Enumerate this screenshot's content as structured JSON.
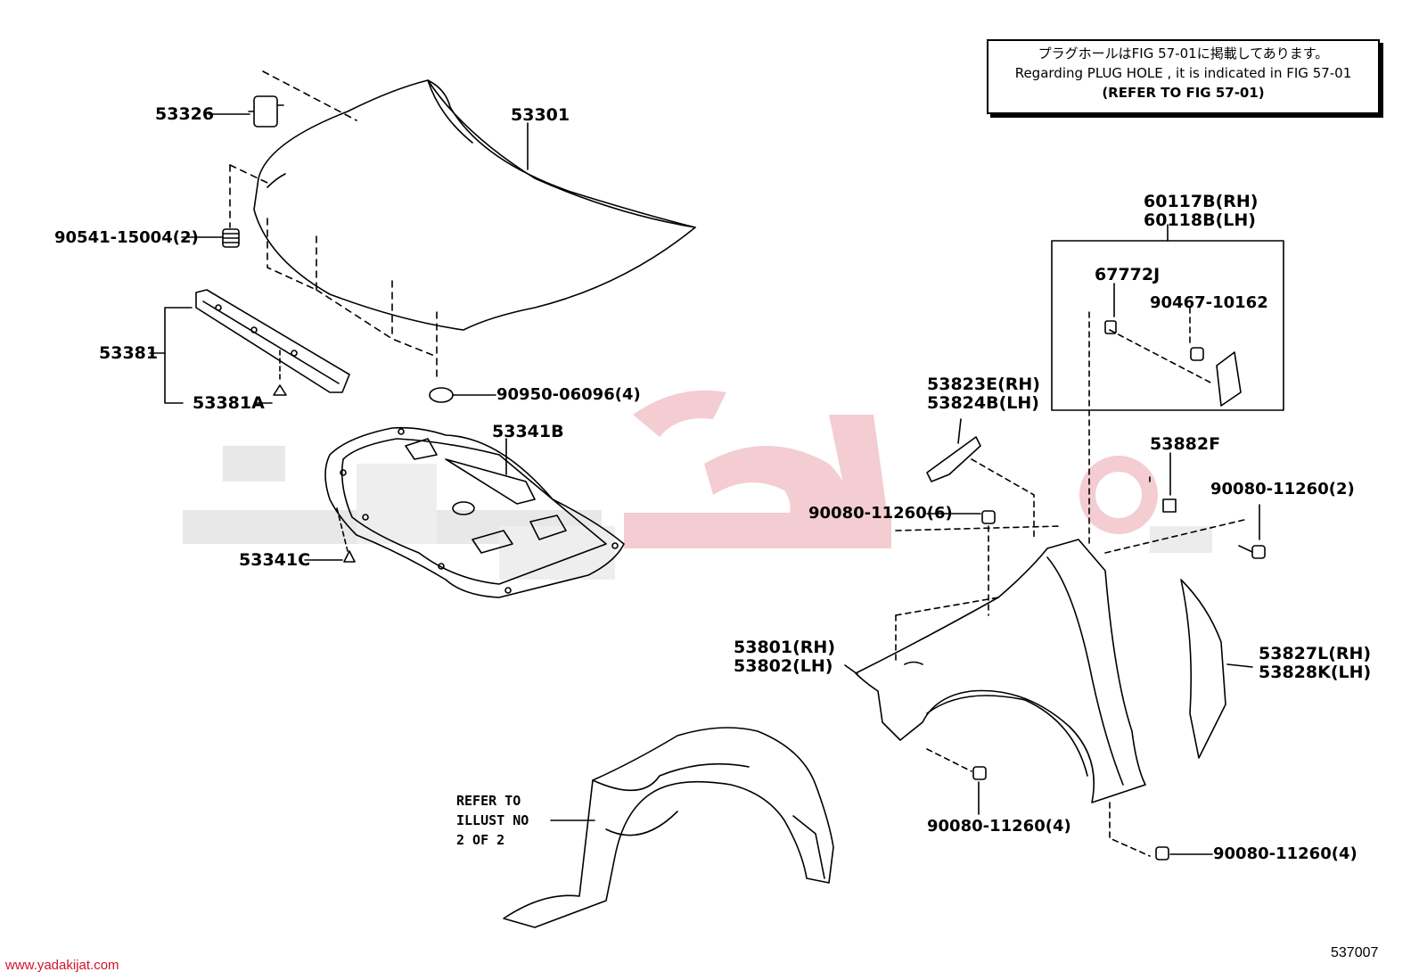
{
  "note": {
    "line1": "プラグホールはFIG 57-01に掲載してあります。",
    "line2": "Regarding PLUG HOLE , it is indicated in FIG 57-01",
    "line3": "(REFER TO FIG 57-01)"
  },
  "parts": {
    "p53326": "53326",
    "p53301": "53301",
    "p90541": "90541-15004(2)",
    "p53381": "53381",
    "p53381a": "53381A",
    "p90950": "90950-06096(4)",
    "p53341b": "53341B",
    "p53341c": "53341C",
    "p60117b": "60117B(RH)",
    "p60118b": "60118B(LH)",
    "p67772j": "67772J",
    "p90467": "90467-10162",
    "p53823e": "53823E(RH)",
    "p53824b": "53824B(LH)",
    "p53882f": "53882F",
    "p90080_2": "90080-11260(2)",
    "p90080_6": "90080-11260(6)",
    "p53801": "53801(RH)",
    "p53802": "53802(LH)",
    "p53827l": "53827L(RH)",
    "p53828k": "53828K(LH)",
    "p90080_4a": "90080-11260(4)",
    "p90080_4b": "90080-11260(4)"
  },
  "refer": {
    "line1": "REFER TO",
    "line2": "ILLUST NO",
    "line3": "2 OF 2"
  },
  "footer": {
    "website": "www.yadakijat.com",
    "figure_code": "537007"
  },
  "colors": {
    "watermark_grey": "#e6e6e6",
    "watermark_red": "#f2c9cc",
    "website_red": "#d0132b"
  }
}
